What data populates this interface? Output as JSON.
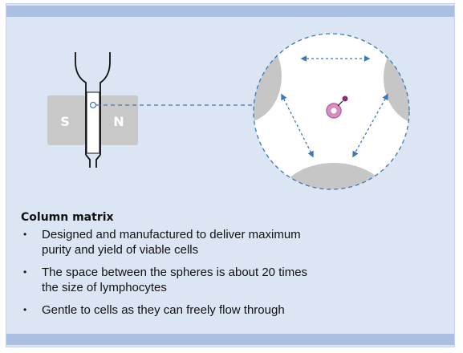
{
  "diagram": {
    "magnet_left_label": "S",
    "magnet_right_label": "N"
  },
  "info": {
    "heading": "Column matrix",
    "bullets": [
      "Designed and manufactured to deliver maximum purity and yield of viable cells",
      "The space between the spheres is about 20 times the size of lymphocytes",
      "Gentle to cells as they can freely flow through"
    ]
  },
  "colors": {
    "panel_bg": "#dbe5f4",
    "band": "#a9c0e3",
    "magnet": "#c8c8c8",
    "dash_blue": "#3a78b8",
    "cell_pink": "#d98fc4",
    "cell_core": "#8a2a7a"
  }
}
